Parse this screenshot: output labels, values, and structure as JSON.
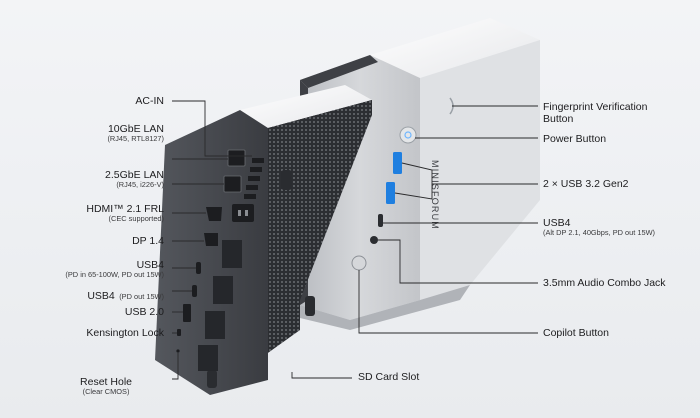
{
  "left_labels": {
    "ac_in": {
      "main": "AC-IN"
    },
    "lan_10g": {
      "main": "10GbE LAN",
      "sub": "(RJ45, RTL8127)"
    },
    "lan_25g": {
      "main": "2.5GbE LAN",
      "sub": "(RJ45, i226-V)"
    },
    "hdmi": {
      "main": "HDMI™ 2.1 FRL",
      "sub": "(CEC supported)"
    },
    "dp": {
      "main": "DP 1.4"
    },
    "usb4_rear_a": {
      "main": "USB4",
      "sub": "(PD in 65-100W, PD out 15W)"
    },
    "usb4_rear_b": {
      "main": "USB4",
      "inline_sub": "(PD out 15W)"
    },
    "usb20": {
      "main": "USB 2.0"
    },
    "kensington": {
      "main": "Kensington Lock"
    },
    "reset": {
      "main": "Reset Hole",
      "sub": "(Clear CMOS)"
    }
  },
  "right_labels": {
    "fingerprint": {
      "main_line1": "Fingerprint Verification",
      "main_line2": "Button"
    },
    "power": {
      "main": "Power Button"
    },
    "usb32": {
      "main": "2 × USB 3.2 Gen2"
    },
    "usb4_front": {
      "main": "USB4",
      "sub": "(Alt DP 2.1, 40Gbps, PD out 15W)"
    },
    "audio": {
      "main": "3.5mm Audio Combo Jack"
    },
    "copilot": {
      "main": "Copilot Button"
    }
  },
  "bottom_labels": {
    "sd": {
      "main": "SD Card Slot"
    }
  },
  "device": {
    "brand_text": "MINISFORUM"
  },
  "colors": {
    "background": "#eef0f3",
    "chassis_dark": "#3b3d42",
    "chassis_silver": "#c9cbcf",
    "top_white": "#f7f7f8",
    "port_blue": "#1f7fe0",
    "line": "#2a2a2c"
  }
}
